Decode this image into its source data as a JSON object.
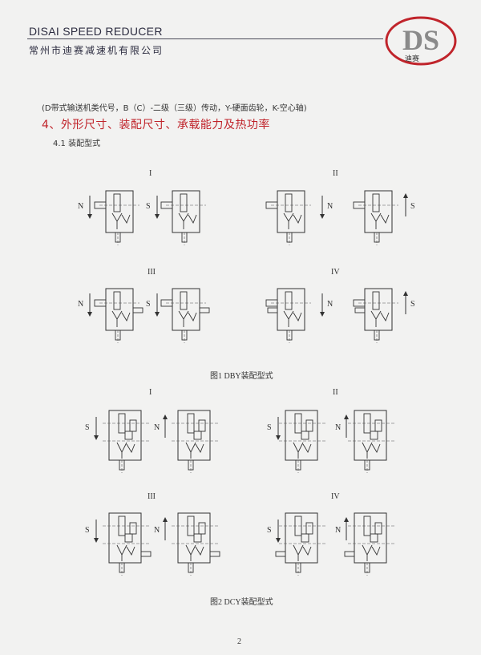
{
  "header": {
    "brand_en": "DISAI SPEED REDUCER",
    "brand_cn": "常州市迪赛减速机有限公司",
    "logo_letters": "DS",
    "logo_cn": "迪赛"
  },
  "note": "(D带式输送机类代号，B（C）-二级（三级）传动，Y-硬面齿轮，K-空心轴)",
  "section_title": "4、外形尺寸、装配尺寸、承载能力及热功率",
  "subsection_title": "4.1 装配型式",
  "figure1": {
    "caption": "图1  DBY装配型式",
    "groups": [
      {
        "label": "I",
        "arrow_labels": [
          "N",
          "S"
        ]
      },
      {
        "label": "II",
        "arrow_labels": [
          "N",
          "S"
        ]
      },
      {
        "label": "III",
        "arrow_labels": [
          "N",
          "S"
        ]
      },
      {
        "label": "IV",
        "arrow_labels": [
          "N",
          "S"
        ]
      }
    ]
  },
  "figure2": {
    "caption": "图2  DCY装配型式",
    "groups": [
      {
        "label": "I",
        "arrow_labels": [
          "S",
          "N"
        ]
      },
      {
        "label": "II",
        "arrow_labels": [
          "S",
          "N"
        ]
      },
      {
        "label": "III",
        "arrow_labels": [
          "S",
          "N"
        ]
      },
      {
        "label": "IV",
        "arrow_labels": [
          "S",
          "N"
        ]
      }
    ]
  },
  "page_number": "2",
  "colors": {
    "accent_red": "#c0242b",
    "logo_gray": "#8a8a8a",
    "line": "#333333"
  }
}
